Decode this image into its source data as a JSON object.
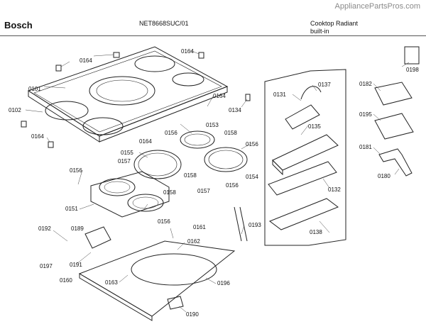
{
  "watermark": "AppliancePartsPros.com",
  "header": {
    "brand": "Bosch",
    "model": "NET8668SUC/01",
    "description_line1": "Cooktop Radiant",
    "description_line2": "built-in"
  },
  "callouts": {
    "p0101": "0101",
    "p0102": "0102",
    "p0131": "0131",
    "p0132": "0132",
    "p0134": "0134",
    "p0135": "0135",
    "p0137": "0137",
    "p0138": "0138",
    "p0151": "0151",
    "p0153": "0153",
    "p0154": "0154",
    "p0155": "0155",
    "p0156a": "0156",
    "p0156b": "0156",
    "p0156c": "0156",
    "p0156d": "0156",
    "p0156e": "0156",
    "p0157a": "0157",
    "p0157b": "0157",
    "p0158a": "0158",
    "p0158b": "0158",
    "p0158c": "0158",
    "p0160": "0160",
    "p0161": "0161",
    "p0162": "0162",
    "p0163": "0163",
    "p0164a": "0164",
    "p0164b": "0164",
    "p0164c": "0164",
    "p0164d": "0164",
    "p0164e": "0164",
    "p0180": "0180",
    "p0181": "0181",
    "p0182": "0182",
    "p0189": "0189",
    "p0190": "0190",
    "p0191": "0191",
    "p0192": "0192",
    "p0193": "0193",
    "p0195": "0195",
    "p0196": "0196",
    "p0197": "0197",
    "p0198": "0198"
  }
}
